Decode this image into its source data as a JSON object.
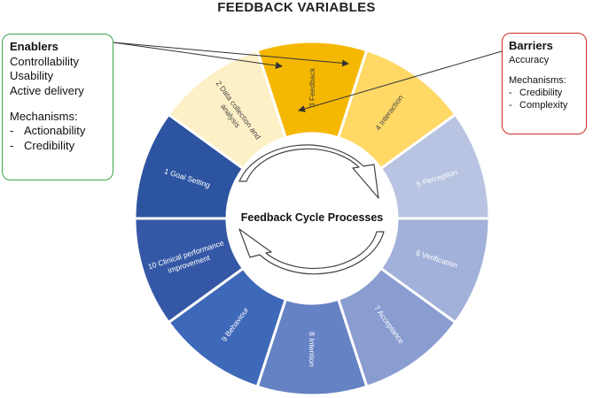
{
  "title": "FEEDBACK VARIABLES",
  "center_label": "Feedback Cycle Processes",
  "segments": [
    {
      "label": "1 Goal Setting",
      "color": "#2d54a0",
      "text_color": "#ffffff"
    },
    {
      "label": "2 Data collection and analysis",
      "color": "#fdf0c6",
      "text_color": "#444444"
    },
    {
      "label": "3 Feedback",
      "color": "#f5b800",
      "text_color": "#444444"
    },
    {
      "label": "4 Interaction",
      "color": "#ffd866",
      "text_color": "#444444"
    },
    {
      "label": "5 Perception",
      "color": "#b9c4e2",
      "text_color": "#ffffff"
    },
    {
      "label": "6 Verification",
      "color": "#a2b1d9",
      "text_color": "#ffffff"
    },
    {
      "label": "7 Acceptance",
      "color": "#8a9dd1",
      "text_color": "#ffffff"
    },
    {
      "label": "8 Intention",
      "color": "#6582c4",
      "text_color": "#ffffff"
    },
    {
      "label": "9 Behaviour",
      "color": "#3e68b8",
      "text_color": "#ffffff"
    },
    {
      "label": "10 Clinical performance improvement",
      "color": "#3558a6",
      "text_color": "#ffffff"
    }
  ],
  "enablers": {
    "heading": "Enablers",
    "items": [
      "Controllability",
      "Usability",
      "Active delivery"
    ],
    "mechanisms_heading": "Mechanisms:",
    "mechanisms": [
      "Actionability",
      "Credibility"
    ]
  },
  "barriers": {
    "heading": "Barriers",
    "items": [
      "Accuracy"
    ],
    "mechanisms_heading": "Mechanisms:",
    "mechanisms": [
      "Credibility",
      "Complexity"
    ]
  },
  "colors": {
    "enablers_border": "#3aa64a",
    "barriers_border": "#d02a2a"
  }
}
